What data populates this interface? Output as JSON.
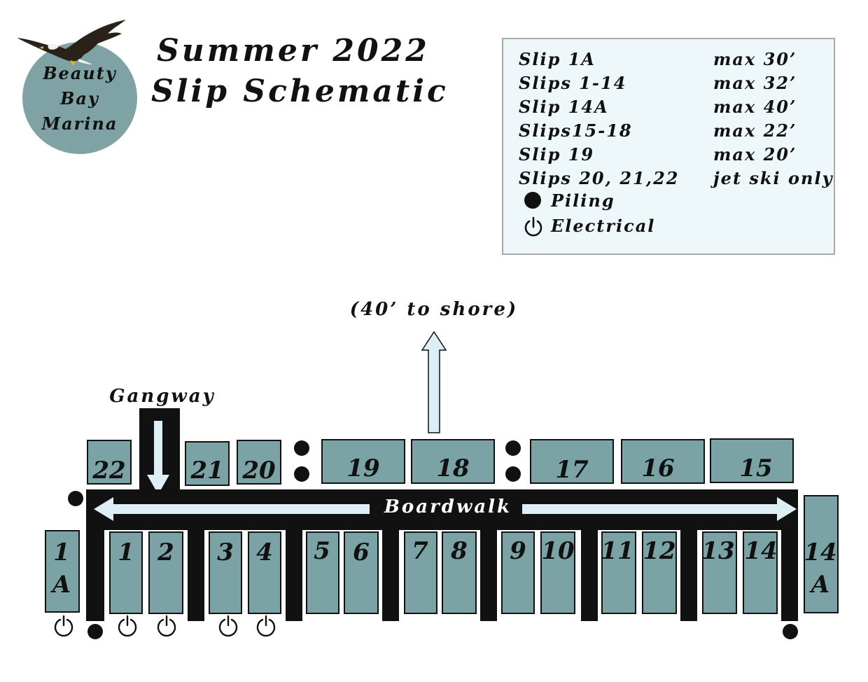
{
  "logo": {
    "lines": [
      "Beauty",
      "Bay",
      "Marina"
    ],
    "eagle_icon": "eagle-icon",
    "circle_color": "#7fa3a5"
  },
  "title": {
    "line1": "Summer 2022",
    "line2": "Slip Schematic"
  },
  "legend": {
    "rows": [
      {
        "label": "Slip 1A",
        "value": "max 30’"
      },
      {
        "label": "Slips 1-14",
        "value": "max 32’"
      },
      {
        "label": "Slip 14A",
        "value": "max 40’"
      },
      {
        "label": "Slips15-18",
        "value": "max 22’"
      },
      {
        "label": "Slip 19",
        "value": "max 20’"
      },
      {
        "label": "Slips 20, 21,22",
        "value": "jet ski only"
      }
    ],
    "piling_label": "Piling",
    "electrical_label": "Electrical",
    "background": "#eef7fa"
  },
  "diagram": {
    "shore_label": "(40’ to shore)",
    "gangway_label": "Gangway",
    "boardwalk_label": "Boardwalk",
    "slip_color": "#7ba3a5",
    "dock_color": "#111111",
    "arrow_color": "#ddeef6",
    "top_slips": [
      "22",
      "21",
      "20",
      "19",
      "18",
      "17",
      "16",
      "15"
    ],
    "bottom_slips": [
      "1",
      "2",
      "3",
      "4",
      "5",
      "6",
      "7",
      "8",
      "9",
      "10",
      "11",
      "12",
      "13",
      "14"
    ],
    "end_slips": [
      {
        "line1": "1",
        "line2": "A"
      },
      {
        "line1": "14",
        "line2": "A"
      }
    ]
  }
}
